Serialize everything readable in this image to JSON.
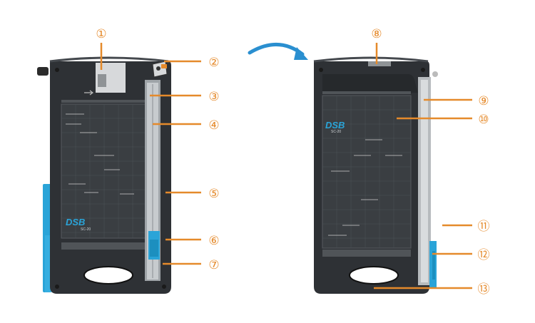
{
  "diagram": {
    "callouts": [
      {
        "id": 1,
        "label": "①"
      },
      {
        "id": 2,
        "label": "②"
      },
      {
        "id": 3,
        "label": "③"
      },
      {
        "id": 4,
        "label": "④"
      },
      {
        "id": 5,
        "label": "⑤"
      },
      {
        "id": 6,
        "label": "⑥"
      },
      {
        "id": 7,
        "label": "⑦"
      },
      {
        "id": 8,
        "label": "⑧"
      },
      {
        "id": 9,
        "label": "⑨"
      },
      {
        "id": 10,
        "label": "⑩"
      },
      {
        "id": 11,
        "label": "⑪"
      },
      {
        "id": 12,
        "label": "⑫"
      },
      {
        "id": 13,
        "label": "⑬"
      }
    ],
    "brand": "DSB",
    "model": "SC-20",
    "colors": {
      "callout": "#e58a2b",
      "arrow": "#2a8fd0",
      "body": "#2c2f33",
      "accent": "#2aa4d8"
    }
  }
}
